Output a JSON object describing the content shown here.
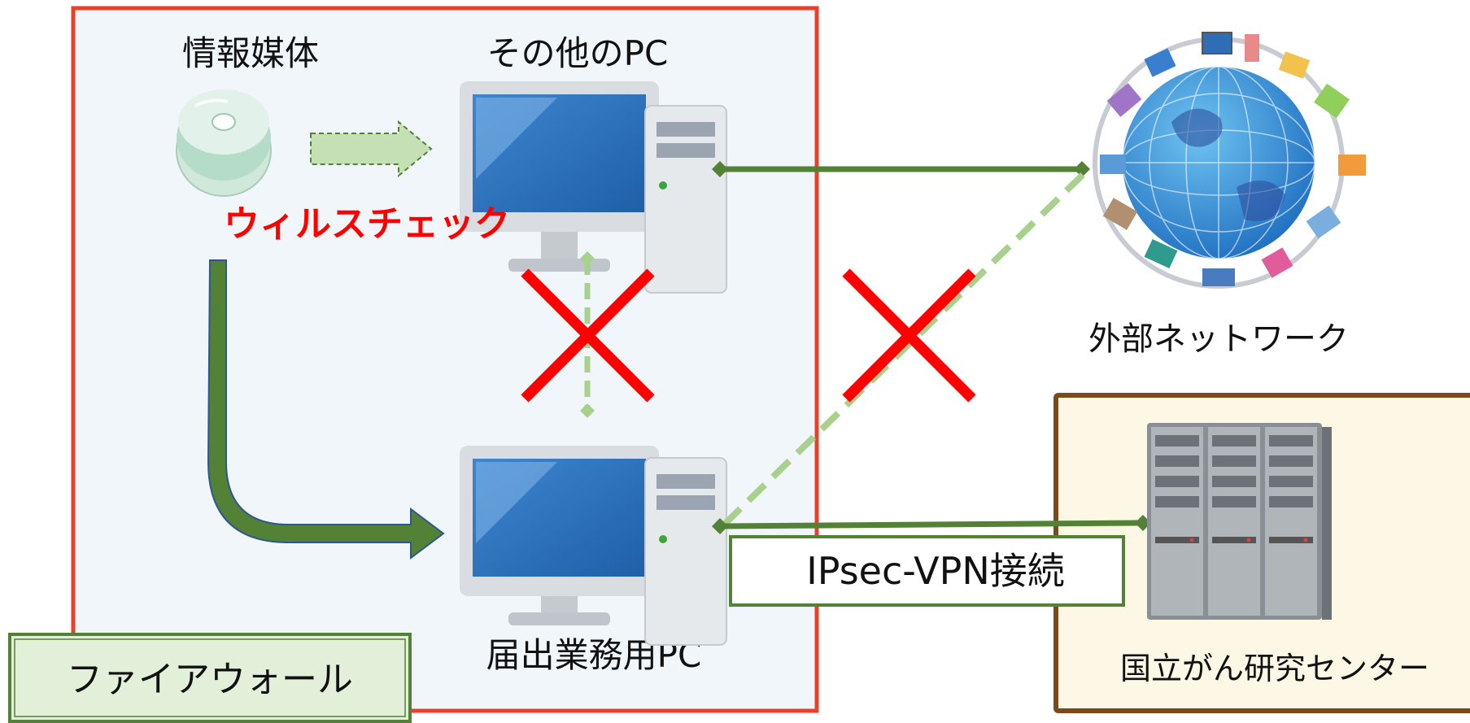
{
  "labels": {
    "media": "情報媒体",
    "other_pc": "その他のPC",
    "virus_check": "ウィルスチェック",
    "external_network": "外部ネットワーク",
    "notification_pc": "届出業務用PC",
    "vpn": "IPsec-VPN接続",
    "center": "国立がん研究センター",
    "firewall": "ファイアウォール"
  },
  "colors": {
    "firewall_border": "#e8402a",
    "firewall_fill": "#f1f6fa",
    "center_border": "#7a4a1a",
    "center_fill": "#fdf8e6",
    "green_dark": "#538135",
    "green_light": "#a9d18e",
    "label_fill": "#e2efd9",
    "red_cross": "#ff0000",
    "virus_text": "#ff0000"
  },
  "icons": [
    "cd-disc-icon",
    "desktop-pc-icon",
    "globe-network-icon",
    "server-rack-icon"
  ]
}
